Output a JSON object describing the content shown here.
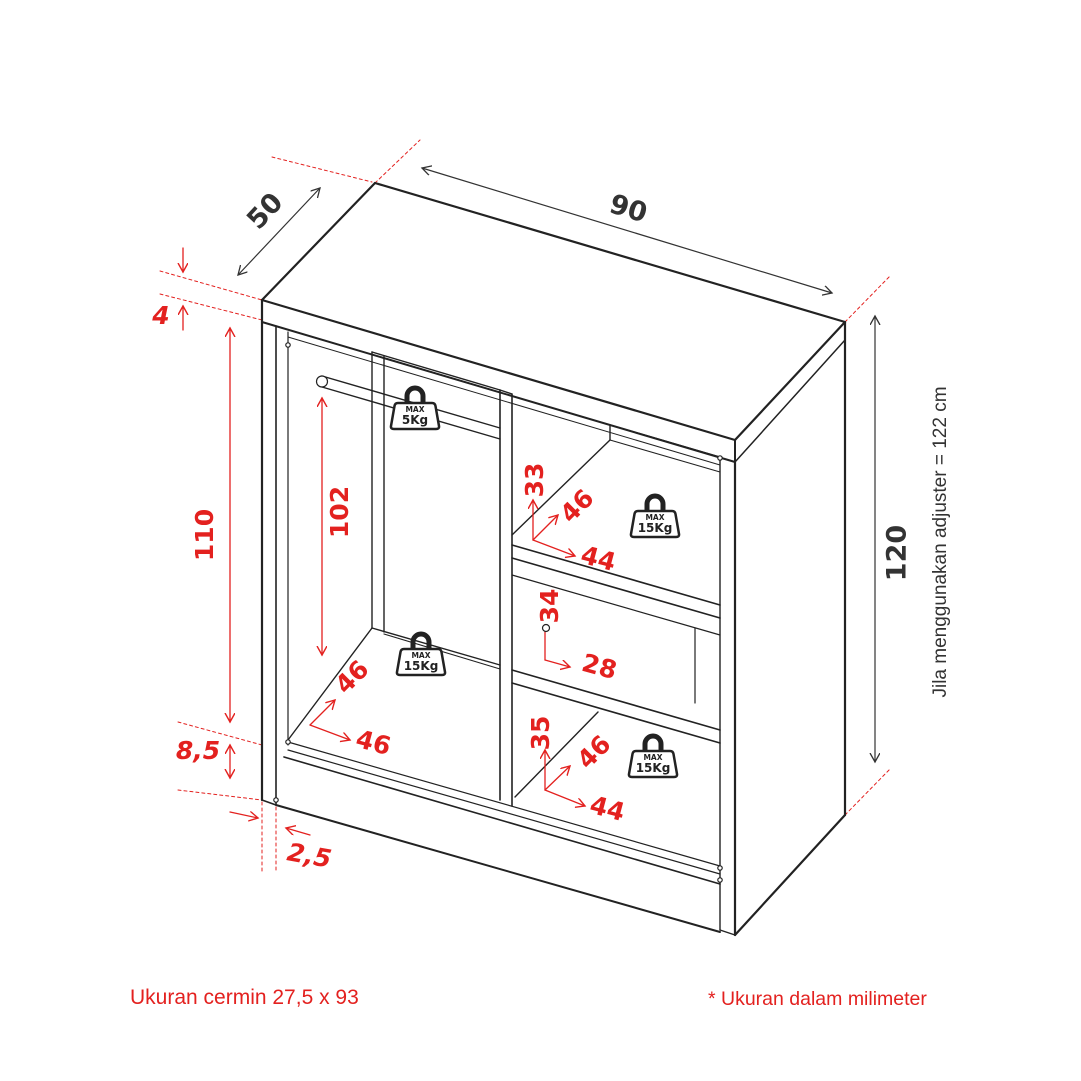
{
  "colors": {
    "dimension_red": "#e3211f",
    "outline": "#222222",
    "text_dark": "#333333"
  },
  "dimensions": {
    "overall": {
      "depth": "50",
      "width": "90",
      "height": "120",
      "adjuster_note": "Jila menggunakan adjuster = 122 cm"
    },
    "top_thickness": "4",
    "left_height": "110",
    "hanging_height": "102",
    "plinth_height": "8,5",
    "front_offset": "2,5",
    "left_floor": {
      "depth": "46",
      "width": "46"
    },
    "right_upper": {
      "height": "33",
      "depth": "46",
      "width": "44"
    },
    "right_middle": {
      "height": "34",
      "width": "28"
    },
    "right_lower": {
      "height": "35",
      "depth": "46",
      "width": "44"
    }
  },
  "weight_limits": [
    {
      "max": "MAX",
      "load": "5Kg"
    },
    {
      "max": "MAX",
      "load": "15Kg"
    },
    {
      "max": "MAX",
      "load": "15Kg"
    },
    {
      "max": "MAX",
      "load": "15Kg"
    }
  ],
  "footer": {
    "mirror_size": "Ukuran cermin 27,5 x 93",
    "unit_note": "* Ukuran dalam milimeter"
  }
}
